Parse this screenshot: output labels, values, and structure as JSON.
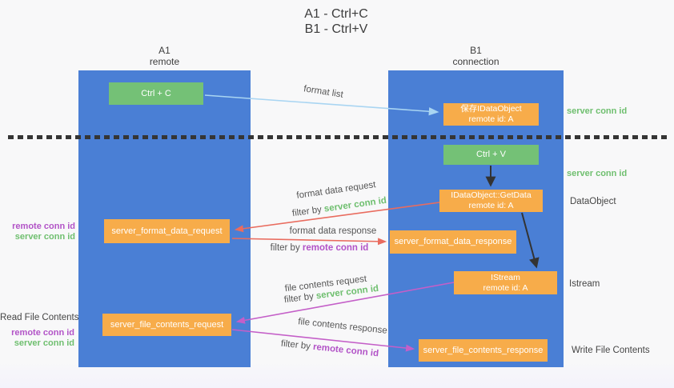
{
  "title": {
    "line1": "A1 - Ctrl+C",
    "line2": "B1 - Ctrl+V"
  },
  "columns": {
    "a": {
      "id": "A1",
      "role": "remote"
    },
    "b": {
      "id": "B1",
      "role": "connection"
    }
  },
  "boxes": {
    "ctrl_c": {
      "label": "Ctrl + C"
    },
    "ctrl_v": {
      "label": "Ctrl + V"
    },
    "save_dataobject": {
      "line1": "保存IDataObject",
      "line2": "remote id: A"
    },
    "getdata": {
      "line1": "IDataObject::GetData",
      "line2": "remote id: A"
    },
    "istream": {
      "line1": "IStream",
      "line2": "remote id: A"
    },
    "format_request": {
      "label": "server_format_data_request"
    },
    "format_response": {
      "label": "server_format_data_response"
    },
    "file_request": {
      "label": "server_file_contents_request"
    },
    "file_response": {
      "label": "server_file_contents_response"
    }
  },
  "flow_labels": {
    "format_list": "format list",
    "format_data_request": "format data request",
    "format_data_request_filter": {
      "prefix": "filter by ",
      "key": "server conn id"
    },
    "format_data_response": "format data response",
    "format_data_response_filter": {
      "prefix": "filter by ",
      "key": "remote conn id"
    },
    "file_contents_request": "file contents request",
    "file_contents_request_filter": {
      "prefix": "filter by ",
      "key": "server conn id"
    },
    "file_contents_response": "file contents response",
    "file_contents_response_filter": {
      "prefix": "filter by ",
      "key": "remote conn id"
    }
  },
  "side_labels": {
    "left_mid": {
      "line1": "remote conn id",
      "line2": "server conn id"
    },
    "left_bottom": {
      "title": "Read File Contents",
      "line1": "remote conn id",
      "line2": "server conn id"
    },
    "right_top": "server conn id",
    "right_ctrl_v": "server conn id",
    "right_dataobject": "DataObject",
    "right_istream": "Istream",
    "right_write": "Write File Contents"
  },
  "colors": {
    "column_blue": "#4a7fd5",
    "box_green": "#74c176",
    "box_orange": "#f7ac4a",
    "arrow_light_blue": "#a9d5f2",
    "arrow_red": "#e96c5f",
    "arrow_magenta": "#c45fc8",
    "arrow_black": "#333333",
    "text_green": "#6fbf6f",
    "text_purple": "#b253c7",
    "divider_dark": "#353535"
  }
}
